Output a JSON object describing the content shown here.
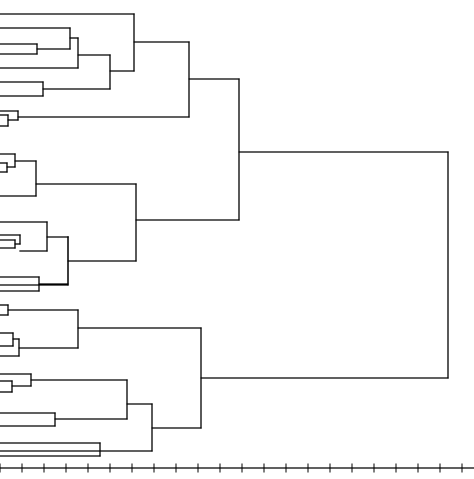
{
  "diagram": {
    "type": "dendrogram",
    "orientation": "horizontal",
    "leaf_count": 33,
    "line_color": "#000000",
    "background": "#ffffff",
    "axis": {
      "position": "bottom",
      "tick_labels_visible": false,
      "tick_count": 22
    },
    "groups": [
      {
        "id": "upper-cluster",
        "leaves": 9
      },
      {
        "id": "middle-cluster",
        "leaves": 12
      },
      {
        "id": "lower-cluster",
        "leaves": 12
      }
    ]
  }
}
